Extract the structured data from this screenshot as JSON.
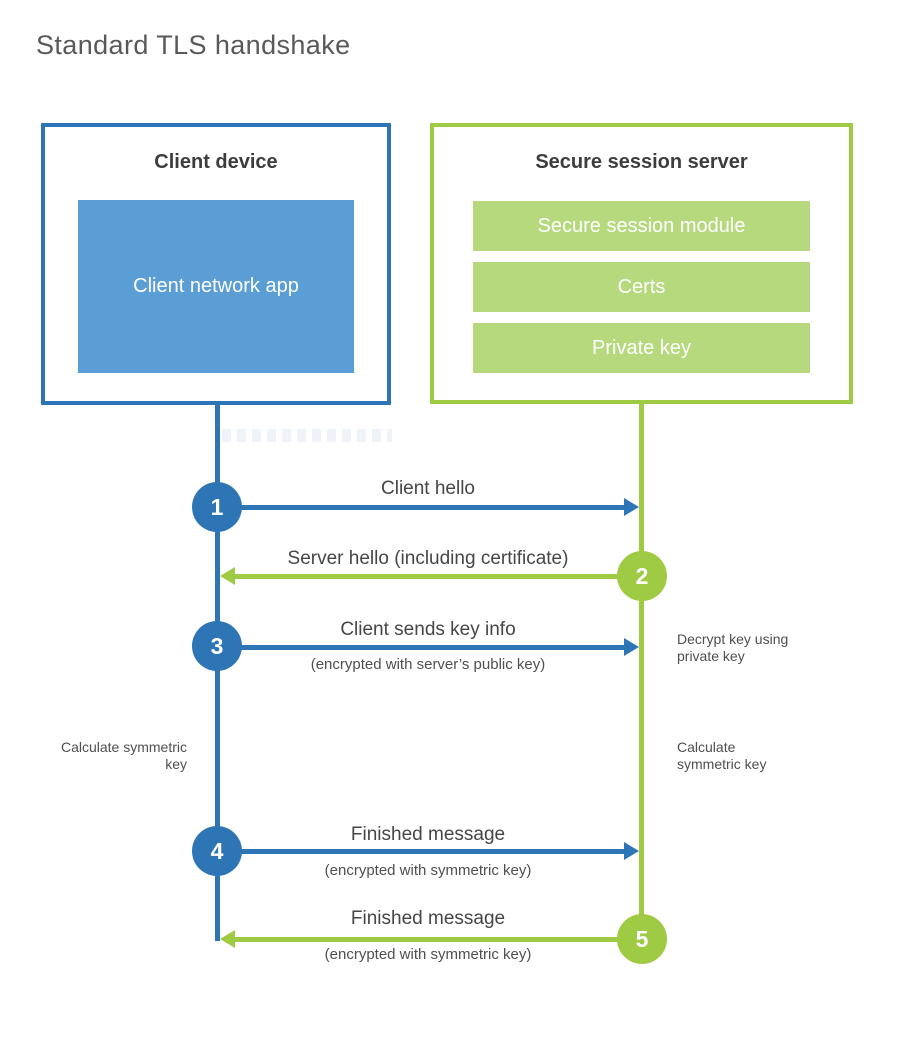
{
  "page": {
    "title": "Standard TLS handshake"
  },
  "client": {
    "title": "Client device",
    "app_label": "Client network app"
  },
  "server": {
    "title": "Secure session server",
    "modules": [
      "Secure session module",
      "Certs",
      "Private key"
    ]
  },
  "steps": [
    {
      "num": "1",
      "label": "Client hello",
      "from": "client",
      "to": "server"
    },
    {
      "num": "2",
      "label": "Server hello (including certificate)",
      "from": "server",
      "to": "client"
    },
    {
      "num": "3",
      "label": "Client sends key info",
      "sub": "(encrypted with server’s public key)",
      "from": "client",
      "to": "server"
    },
    {
      "num": "4",
      "label": "Finished message",
      "sub": "(encrypted with symmetric key)",
      "from": "client",
      "to": "server"
    },
    {
      "num": "5",
      "label": "Finished message",
      "sub": "(encrypted with symmetric key)",
      "from": "server",
      "to": "client"
    }
  ],
  "notes": {
    "decrypt": "Decrypt key using private key",
    "calculate_client": "Calculate symmetric key",
    "calculate_server": "Calculate symmetric key"
  },
  "colors": {
    "blue_line": "#2e75b6",
    "blue_fill": "#5b9ed6",
    "green_line": "#9fca44",
    "green_fill": "#b6d97e"
  }
}
